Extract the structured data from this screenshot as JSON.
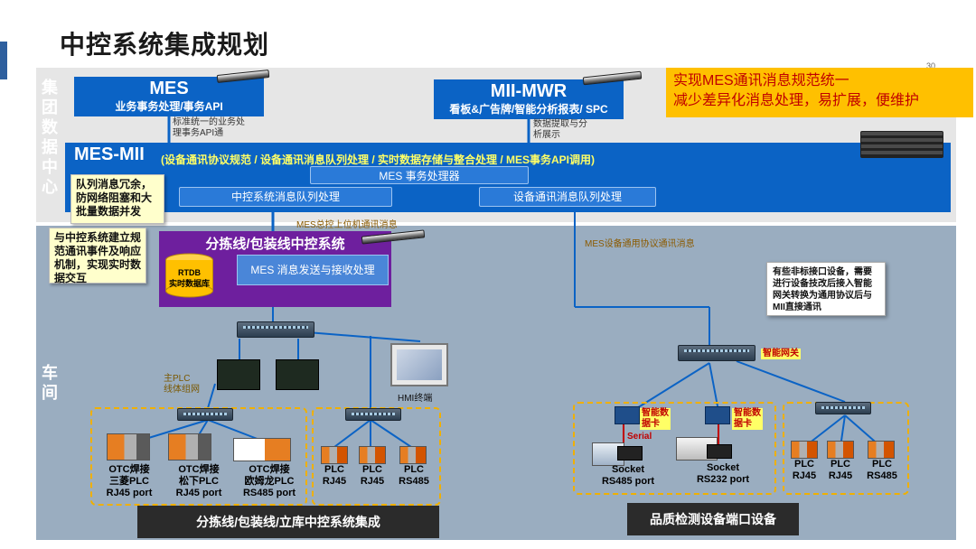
{
  "title": "中控系统集成规划",
  "page_number": "30",
  "zones": {
    "top_label": [
      "集",
      "团",
      "数",
      "据",
      "中",
      "心"
    ],
    "bottom_label": [
      "车",
      "间"
    ]
  },
  "mes": {
    "title": "MES",
    "subtitle": "业务事务处理/事务API"
  },
  "mii_mwr": {
    "title": "MII-MWR",
    "subtitle": "看板&广告牌/智能分析报表/ SPC"
  },
  "mes_note": "标准统一的业务处理事务API通",
  "mii_note": "数据提取与分析展示",
  "orange_note": [
    "实现MES通讯消息规范统一",
    "减少差异化消息处理，易扩展，便维护"
  ],
  "mes_mii": {
    "title": "MES-MII",
    "subtitle": "(设备通讯协议规范 / 设备通讯消息队列处理 / 实时数据存储与整合处理 / MES事务API调用)",
    "txn_processor": "MES 事务处理器",
    "central_queue": "中控系统消息队列处理",
    "device_queue": "设备通讯消息队列处理"
  },
  "yellow_note_1": "队列消息冗余，防网络阻塞和大批量数据并发",
  "yellow_note_2": "与中控系统建立规范通讯事件及响应机制，实现实时数据交互",
  "line_labels": {
    "mes_bus": "MES总控上位机通讯消息",
    "mes_device": "MES设备通用协议通讯消息"
  },
  "sorting_system": {
    "title": "分拣线/包装线中控系统",
    "rtdb": [
      "RTDB",
      "实时数据库"
    ],
    "msg": "MES 消息发送与接收处理"
  },
  "main_plc_label": [
    "主PLC",
    "线体组网"
  ],
  "hmi_label": "HMI终端",
  "white_note": "有些非标接口设备，需要进行设备技改后接入智能网关转换为通用协议后与MII直接通讯",
  "smart_gateway": "智能网关",
  "smart_card": [
    "智能数",
    "据卡"
  ],
  "serial": "Serial",
  "otc_devices": [
    {
      "lines": [
        "OTC焊接",
        "三菱PLC",
        "RJ45 port"
      ]
    },
    {
      "lines": [
        "OTC焊接",
        "松下PLC",
        "RJ45 port"
      ]
    },
    {
      "lines": [
        "OTC焊接",
        "欧姆龙PLC",
        "RS485 port"
      ]
    }
  ],
  "plc_group_1": [
    {
      "lines": [
        "PLC",
        "RJ45"
      ]
    },
    {
      "lines": [
        "PLC",
        "RJ45"
      ]
    },
    {
      "lines": [
        "PLC",
        "RS485"
      ]
    }
  ],
  "socket_devices": [
    {
      "lines": [
        "Socket",
        "RS485 port"
      ]
    },
    {
      "lines": [
        "Socket",
        "RS232 port"
      ]
    }
  ],
  "plc_group_2": [
    {
      "lines": [
        "PLC",
        "RJ45"
      ]
    },
    {
      "lines": [
        "PLC",
        "RJ45"
      ]
    },
    {
      "lines": [
        "PLC",
        "RS485"
      ]
    }
  ],
  "footer_left": "分拣线/包装线/立库中控系统集成",
  "footer_right": "品质检测设备端口设备",
  "colors": {
    "blue": "#0b63c5",
    "purple": "#6e1f9e",
    "orange": "#ffc000",
    "red_text": "#c00000",
    "dash": "#f0b000"
  }
}
